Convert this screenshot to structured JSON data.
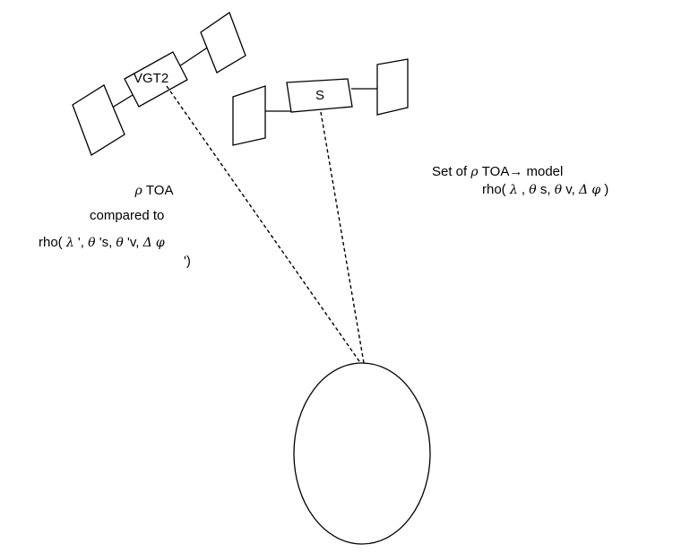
{
  "satellites": {
    "vgt2": {
      "label": "VGT2"
    },
    "s": {
      "label": "S"
    }
  },
  "text_left": {
    "line1_symbol": "ρ",
    "line1_text": " TOA",
    "line2": "compared to",
    "line3_a": "rho( ",
    "line3_lambda": "λ",
    "line3_b": " ', ",
    "line3_theta1": "θ",
    "line3_c": " 's, ",
    "line3_theta2": "θ",
    "line3_d": " 'v, ",
    "line3_delta": "Δ",
    "line3_e": " ",
    "line3_phi": "φ",
    "line4": "')"
  },
  "text_right": {
    "line1_a": "Set of  ",
    "line1_symbol": "ρ",
    "line1_b": " TOA→ model",
    "line2_a": "rho( ",
    "line2_lambda": "λ",
    "line2_b": " , ",
    "line2_theta1": "θ",
    "line2_c": " s, ",
    "line2_theta2": "θ",
    "line2_d": " v, ",
    "line2_delta": "Δ",
    "line2_e": " ",
    "line2_phi": "φ",
    "line2_f": " )"
  }
}
